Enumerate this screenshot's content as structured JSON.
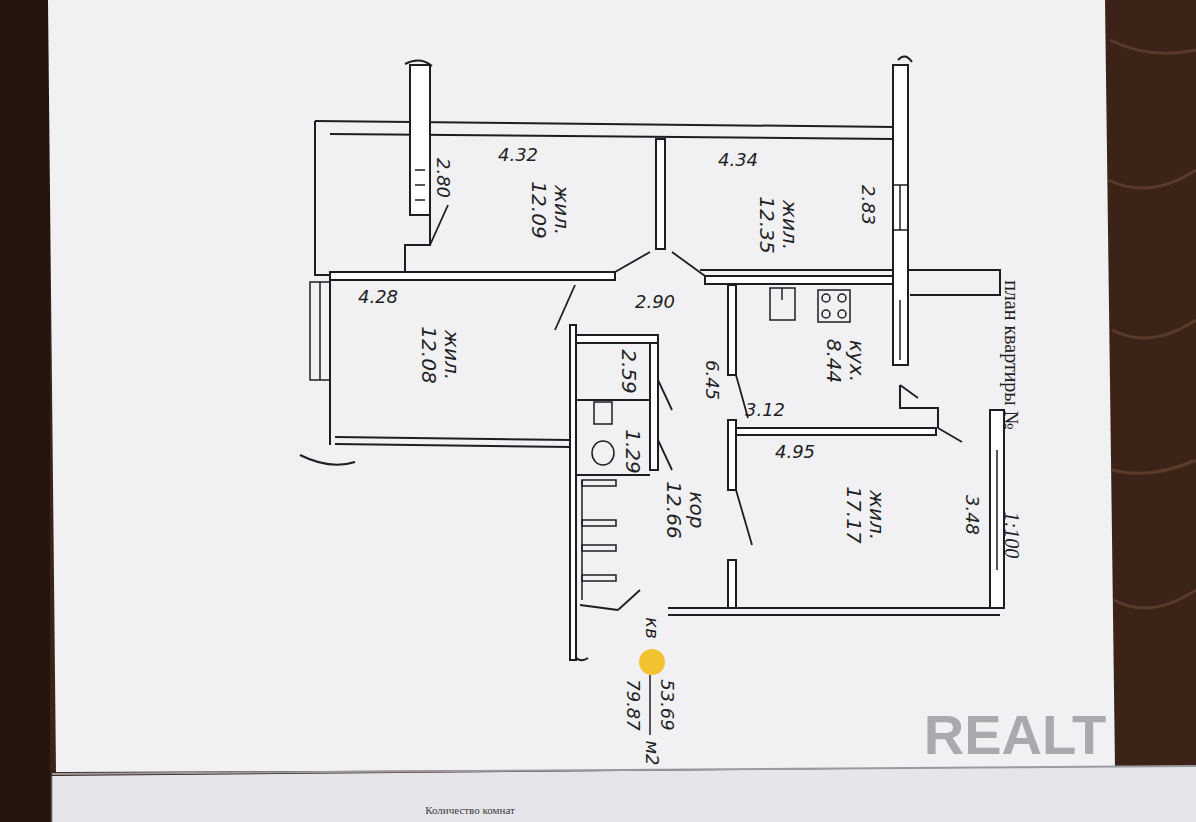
{
  "diagram": {
    "title": "план квартиры №",
    "nodes": [
      {
        "text": [
          "жил.",
          "12.09"
        ]
      },
      {
        "text": [
          "жил.",
          "12.35"
        ]
      },
      {
        "text": [
          "жил.",
          "12.08"
        ]
      },
      {
        "text": [
          "кух.",
          "8.44"
        ]
      },
      {
        "text": [
          "2.59"
        ]
      },
      {
        "text": [
          "1.29"
        ]
      },
      {
        "text": [
          "кор",
          "12.66"
        ]
      },
      {
        "text": [
          "жил.",
          "17.17"
        ]
      }
    ],
    "labels": [
      "1:100",
      "4.32",
      "2.80",
      "4.34",
      "2.83",
      "4.28",
      "2.90",
      "6.45",
      "3.12",
      "4.95",
      "3.48",
      "кв",
      "53.69",
      "79.87",
      "м2",
      "REALT",
      "Количество комнат"
    ]
  }
}
